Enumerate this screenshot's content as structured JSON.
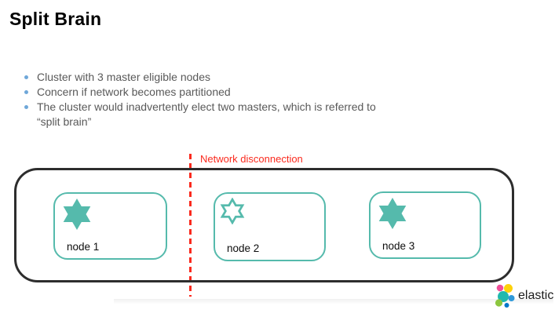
{
  "slide": {
    "title": "Split Brain",
    "bullets": [
      "Cluster with 3 master eligible nodes",
      "Concern if network becomes partitioned",
      "The cluster would inadvertently elect two masters, which is referred to “split brain”"
    ],
    "diagram": {
      "partition_label": "Network disconnection",
      "nodes": [
        {
          "label": "node 1",
          "icon": "star-filled"
        },
        {
          "label": "node 2",
          "icon": "star-outline"
        },
        {
          "label": "node 3",
          "icon": "star-filled"
        }
      ]
    },
    "footer": {
      "brand": "elastic"
    }
  },
  "colors": {
    "teal": "#55BAAC",
    "red": "#FA2A1E",
    "bullet_blue": "#6FA7D9",
    "text_gray": "#595959",
    "box_border": "#2D2D2D",
    "logo_pink": "#F04E98",
    "logo_yellow": "#FDD10A",
    "logo_teal": "#20B9AE",
    "logo_blue": "#2E99D9",
    "logo_green": "#8CC63F",
    "logo_dark": "#0377CA"
  }
}
